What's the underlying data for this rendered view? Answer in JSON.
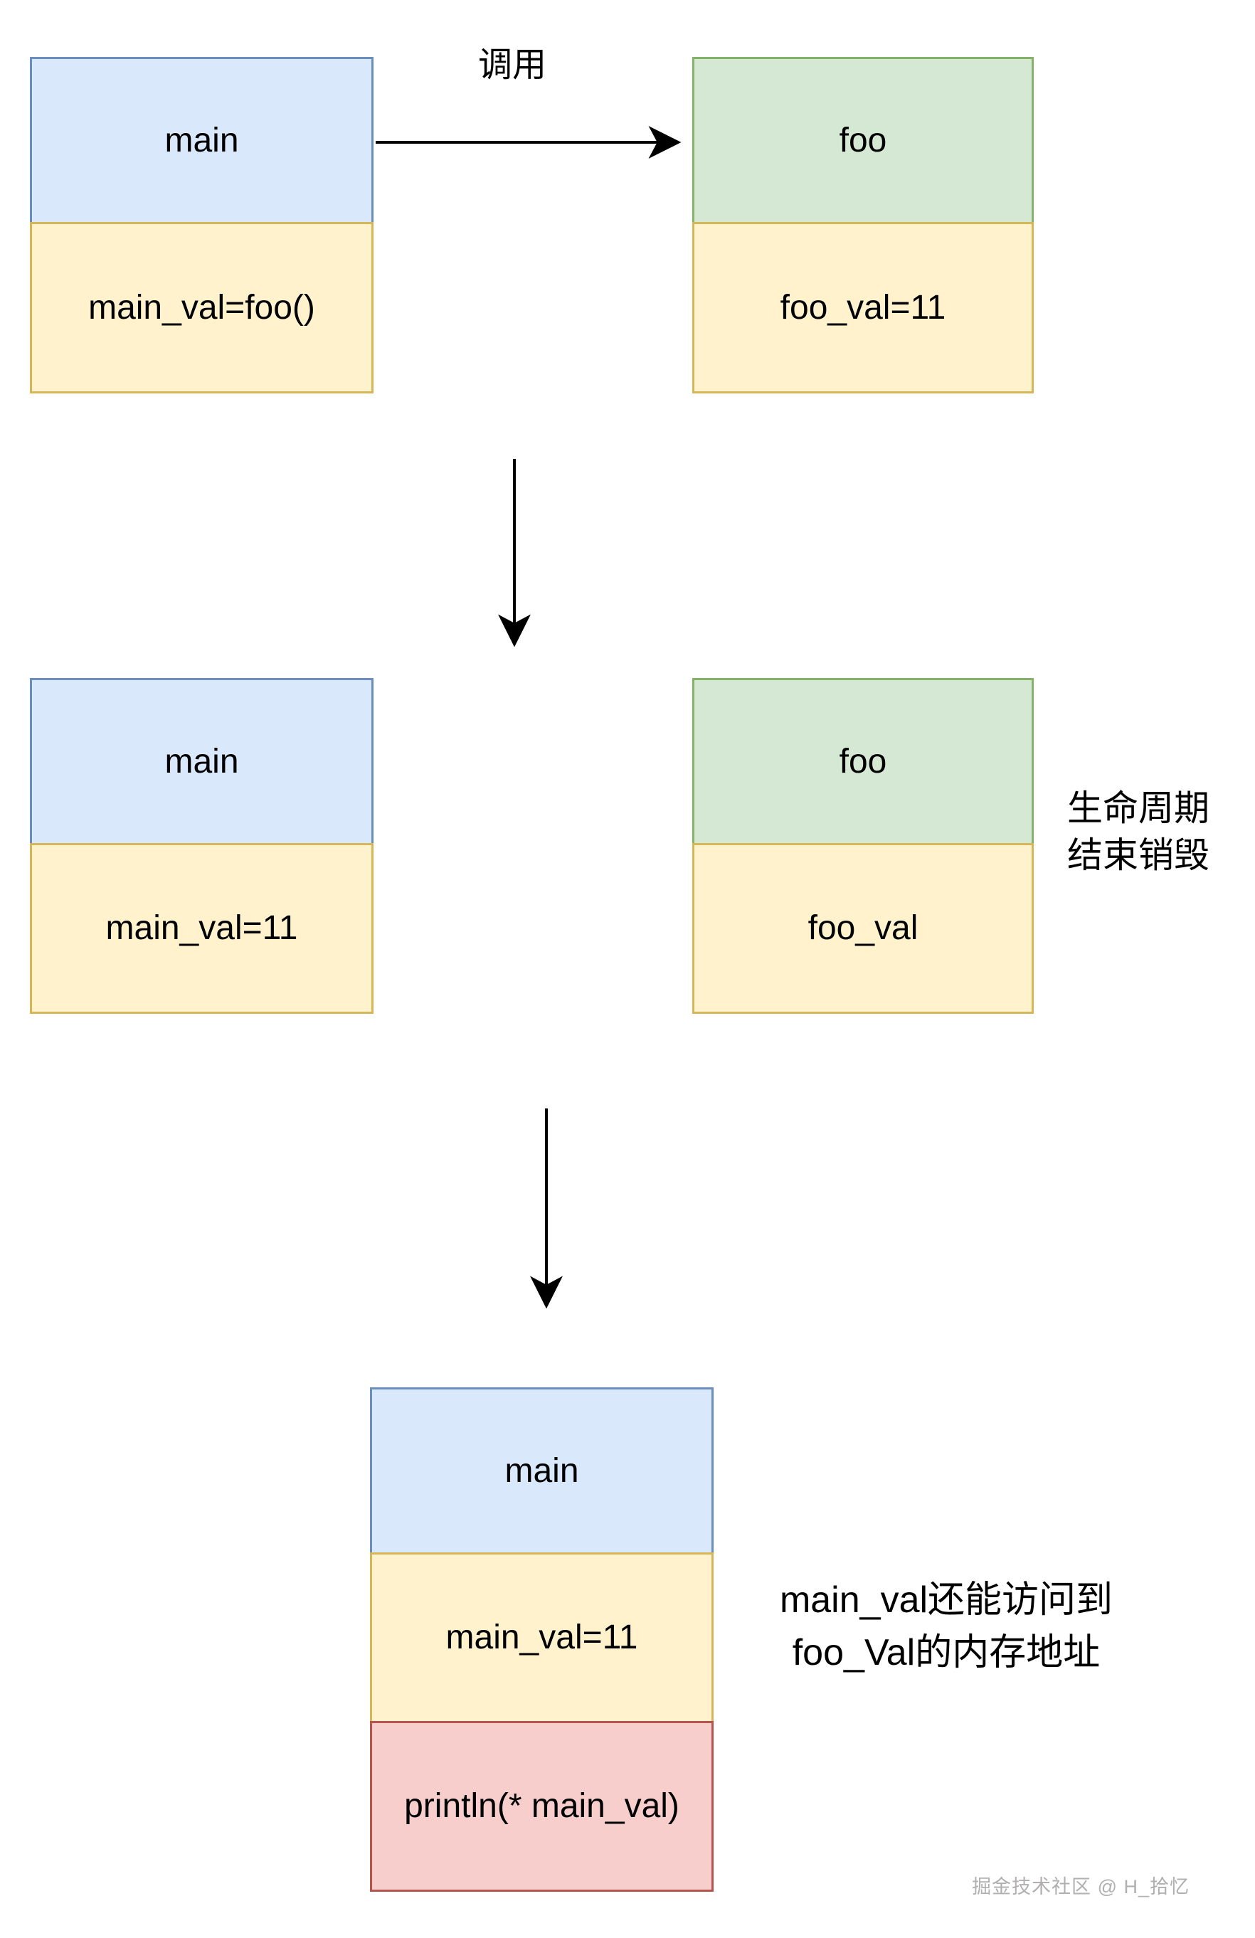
{
  "colors": {
    "blue_fill": "#dae8fc",
    "blue_stroke": "#6c8ebf",
    "green_fill": "#d5e8d4",
    "green_stroke": "#82b366",
    "yellow_fill": "#fff2cc",
    "yellow_stroke": "#d6b656",
    "red_fill": "#f8cecc",
    "red_stroke": "#b85450",
    "arrow": "#000000",
    "text": "#000000",
    "watermark": "#b1afb0"
  },
  "step1": {
    "call_label": "调用",
    "main": {
      "header": "main",
      "body": "main_val=foo()"
    },
    "foo": {
      "header": "foo",
      "body": "foo_val=11"
    }
  },
  "step2": {
    "main": {
      "header": "main",
      "body": "main_val=11"
    },
    "foo": {
      "header": "foo",
      "body": "foo_val"
    },
    "annotation_line1": "生命周期",
    "annotation_line2": "结束销毁"
  },
  "step3": {
    "main": {
      "header": "main",
      "body": "main_val=11",
      "footer": "println(* main_val)"
    },
    "annotation_line1": "main_val还能访问到",
    "annotation_line2": "foo_Val的内存地址"
  },
  "watermark": "掘金技术社区 @ H_拾忆"
}
